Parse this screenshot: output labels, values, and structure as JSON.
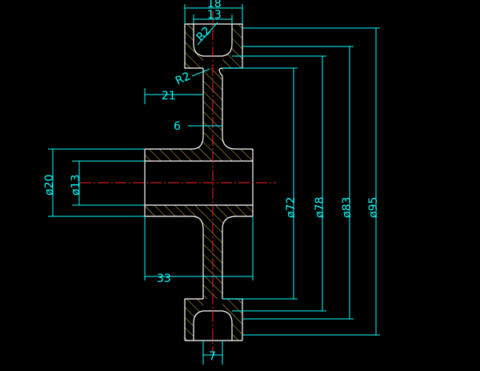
{
  "drawing": {
    "colors": {
      "background": "#000000",
      "outline": "#ffffff",
      "dimension": "#00ffff",
      "hatch": "#d8c040",
      "centerline": "#ff2020"
    },
    "dimensions": {
      "width_18": "18",
      "width_13": "13",
      "radius_top": "R2",
      "radius_hub": "R2",
      "offset_21": "21",
      "web_6": "6",
      "bore_20": "ø20",
      "bore_13": "ø13",
      "dia_72": "ø72",
      "dia_78": "ø78",
      "dia_83": "ø83",
      "dia_95": "ø95",
      "hub_33": "33",
      "groove_7": "7"
    }
  }
}
